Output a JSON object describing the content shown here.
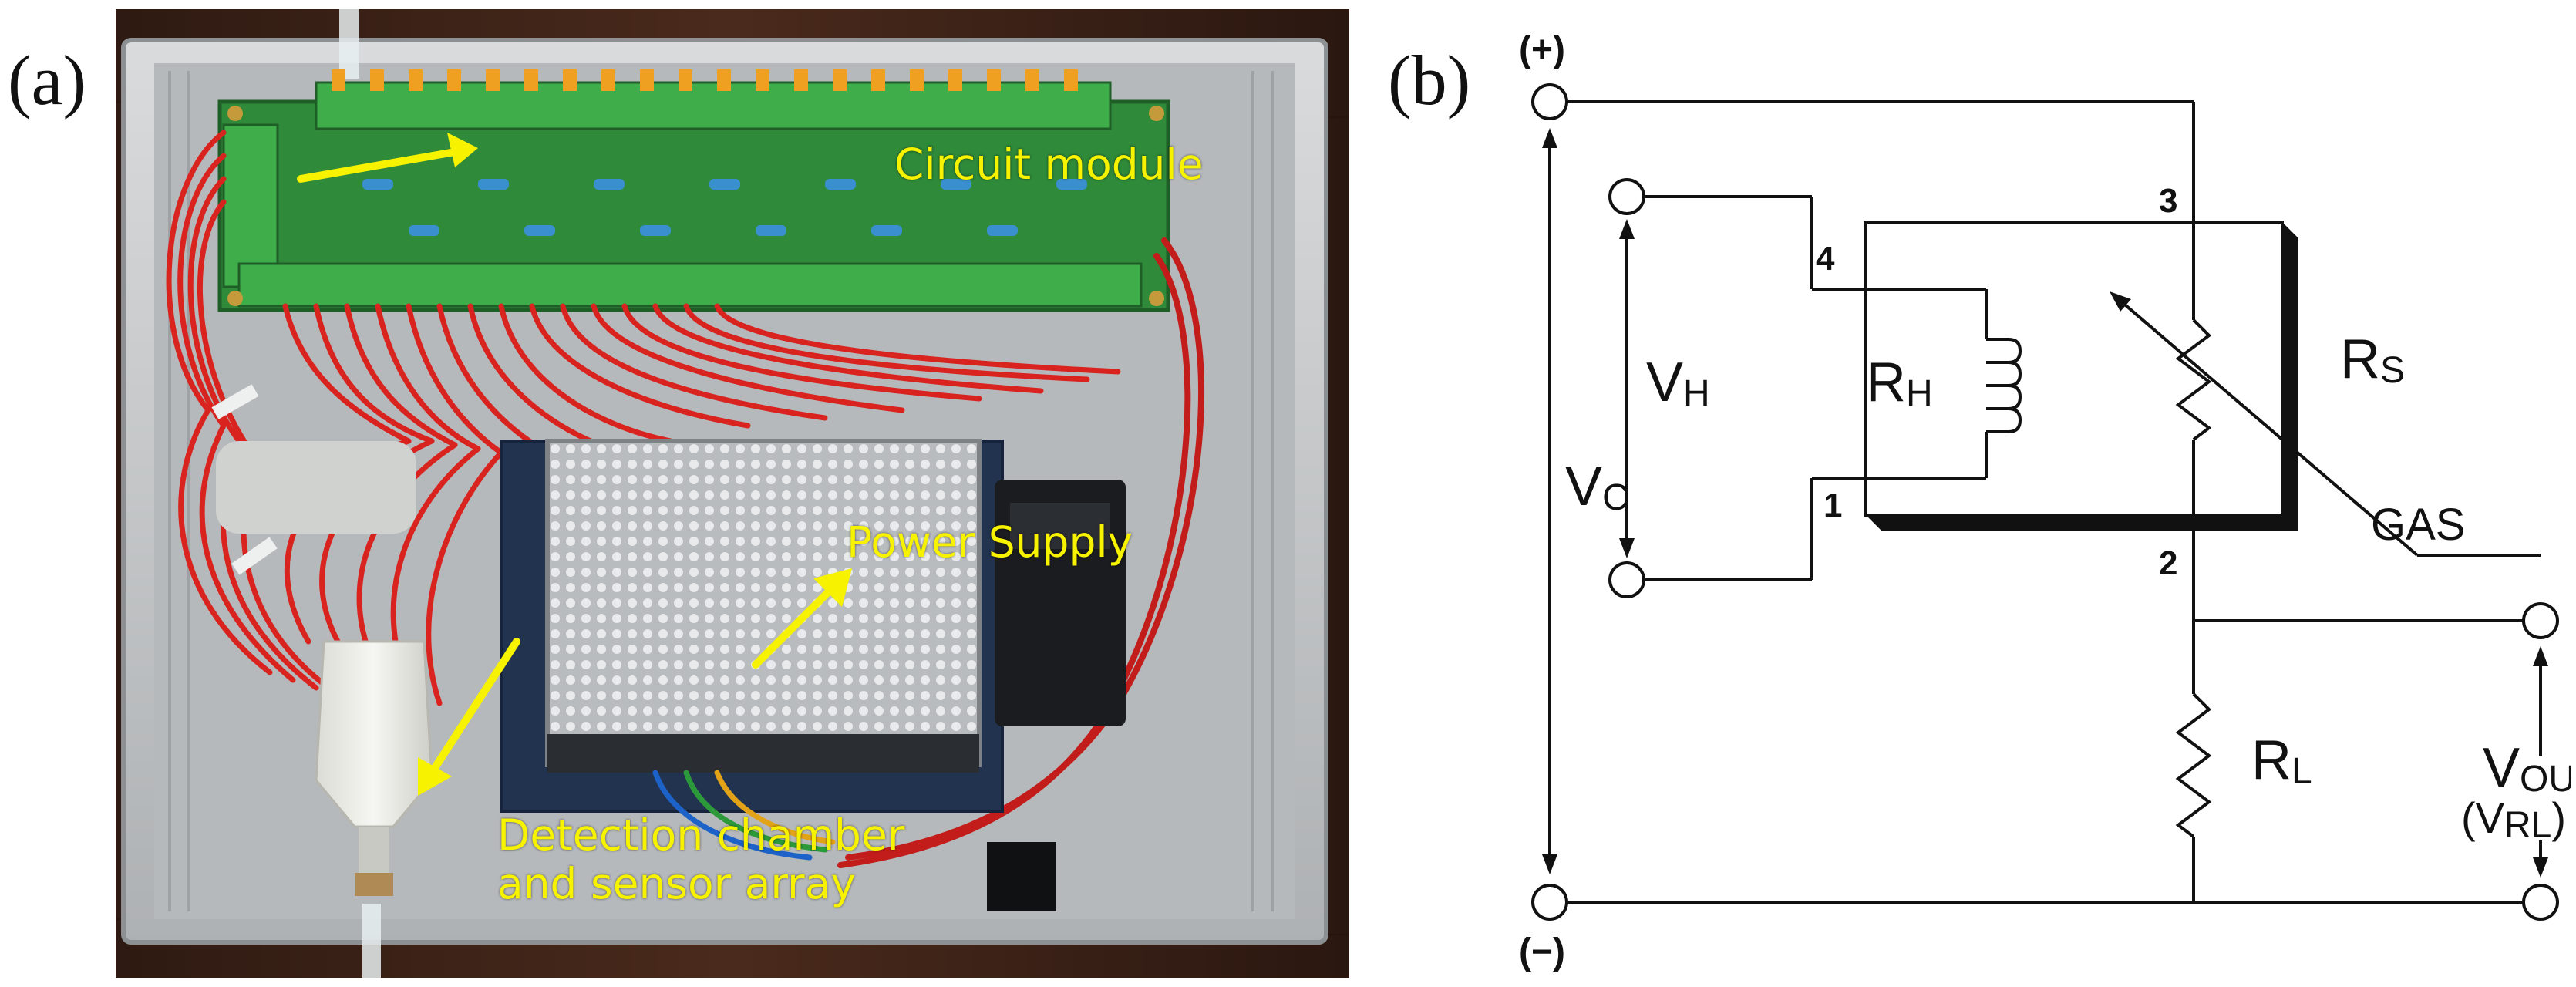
{
  "panels": {
    "a": {
      "label": "(a)",
      "annotations": {
        "circuit_module": "Circuit module",
        "power_supply": "Power Supply",
        "detection_line1": "Detection chamber",
        "detection_line2": "and sensor array"
      },
      "annotation_color": "#f7f200"
    },
    "b": {
      "label": "(b)",
      "terminals": {
        "plus": "(+)",
        "minus": "(−)"
      },
      "pins": [
        "1",
        "2",
        "3",
        "4"
      ],
      "labels": {
        "vc_main": "V",
        "vc_sub": "C",
        "vh_main": "V",
        "vh_sub": "H",
        "rh_main": "R",
        "rh_sub": "H",
        "rs_main": "R",
        "rs_sub": "S",
        "rl_main": "R",
        "rl_sub": "L",
        "vout_main": "V",
        "vout_sub": "OUT",
        "vrl_open": "(V",
        "vrl_sub": "RL",
        "vrl_close": ")",
        "gas": "GAS"
      }
    }
  },
  "icons": [
    "arrow-icon",
    "terminal-circle-icon",
    "resistor-icon",
    "heater-coil-icon",
    "variable-resistor-icon"
  ],
  "colors": {
    "board_green": "#2f8a3a",
    "wire_red": "#d8231f",
    "case_gray": "#c9cbcc",
    "wood_brown": "#3c2218"
  }
}
